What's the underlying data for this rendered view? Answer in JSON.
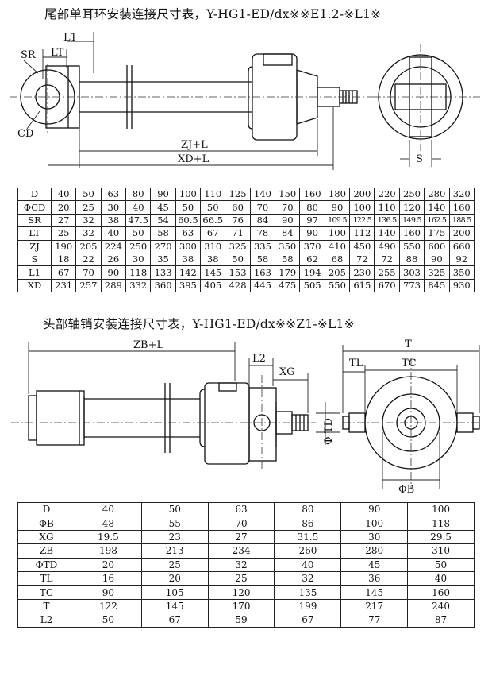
{
  "section1": {
    "title": "尾部单耳环安装连接尺寸表，Y-HG1-ED/dx※※E1.2-※L1※",
    "labels": {
      "l1": "L1",
      "sr": "SR",
      "lt": "LT",
      "cd": "CD",
      "zj": "ZJ+L",
      "xd": "XD+L",
      "s": "S"
    },
    "table": {
      "rows": [
        {
          "h": "D",
          "v": [
            "40",
            "50",
            "63",
            "80",
            "90",
            "100",
            "110",
            "125",
            "140",
            "150",
            "160",
            "180",
            "200",
            "220",
            "250",
            "280",
            "320"
          ]
        },
        {
          "h": "ΦCD",
          "v": [
            "20",
            "25",
            "30",
            "40",
            "45",
            "50",
            "50",
            "60",
            "70",
            "70",
            "80",
            "90",
            "100",
            "110",
            "120",
            "140",
            "160"
          ]
        },
        {
          "h": "SR",
          "v": [
            "27",
            "32",
            "38",
            "47.5",
            "54",
            "60.5",
            "66.5",
            "76",
            "84",
            "90",
            "97",
            "109.5",
            "122.5",
            "136.5",
            "149.5",
            "162.5",
            "188.5"
          ]
        },
        {
          "h": "LT",
          "v": [
            "25",
            "32",
            "40",
            "50",
            "58",
            "63",
            "67",
            "71",
            "78",
            "84",
            "90",
            "100",
            "112",
            "140",
            "160",
            "175",
            "200"
          ]
        },
        {
          "h": "ZJ",
          "v": [
            "190",
            "205",
            "224",
            "250",
            "270",
            "300",
            "310",
            "325",
            "335",
            "350",
            "370",
            "410",
            "450",
            "490",
            "550",
            "600",
            "660"
          ]
        },
        {
          "h": "S",
          "v": [
            "18",
            "22",
            "26",
            "30",
            "35",
            "38",
            "38",
            "50",
            "58",
            "58",
            "62",
            "68",
            "72",
            "72",
            "88",
            "90",
            "92"
          ]
        },
        {
          "h": "L1",
          "v": [
            "67",
            "70",
            "90",
            "118",
            "133",
            "142",
            "145",
            "153",
            "163",
            "179",
            "194",
            "205",
            "230",
            "255",
            "303",
            "325",
            "350"
          ]
        },
        {
          "h": "XD",
          "v": [
            "231",
            "257",
            "289",
            "332",
            "360",
            "395",
            "405",
            "428",
            "445",
            "475",
            "505",
            "550",
            "615",
            "670",
            "773",
            "845",
            "930"
          ]
        }
      ]
    }
  },
  "section2": {
    "title": "头部轴销安装连接尺寸表，Y-HG1-ED/dx※※Z1-※L1※",
    "labels": {
      "zb": "ZB+L",
      "l2": "L2",
      "xg": "XG",
      "t": "T",
      "tl": "TL",
      "tc": "TC",
      "td": "Φ TD",
      "b": "ΦB"
    },
    "table": {
      "rows": [
        {
          "h": "D",
          "v": [
            "40",
            "50",
            "63",
            "80",
            "90",
            "100"
          ]
        },
        {
          "h": "ΦB",
          "v": [
            "48",
            "55",
            "70",
            "86",
            "100",
            "118"
          ]
        },
        {
          "h": "XG",
          "v": [
            "19.5",
            "23",
            "27",
            "31.5",
            "30",
            "29.5"
          ]
        },
        {
          "h": "ZB",
          "v": [
            "198",
            "213",
            "234",
            "260",
            "280",
            "310"
          ]
        },
        {
          "h": "ΦTD",
          "v": [
            "20",
            "25",
            "32",
            "40",
            "45",
            "50"
          ]
        },
        {
          "h": "TL",
          "v": [
            "16",
            "20",
            "25",
            "32",
            "36",
            "40"
          ]
        },
        {
          "h": "TC",
          "v": [
            "90",
            "105",
            "120",
            "135",
            "145",
            "160"
          ]
        },
        {
          "h": "T",
          "v": [
            "122",
            "145",
            "170",
            "199",
            "217",
            "240"
          ]
        },
        {
          "h": "L2",
          "v": [
            "50",
            "67",
            "59",
            "67",
            "77",
            "87"
          ]
        }
      ]
    }
  }
}
